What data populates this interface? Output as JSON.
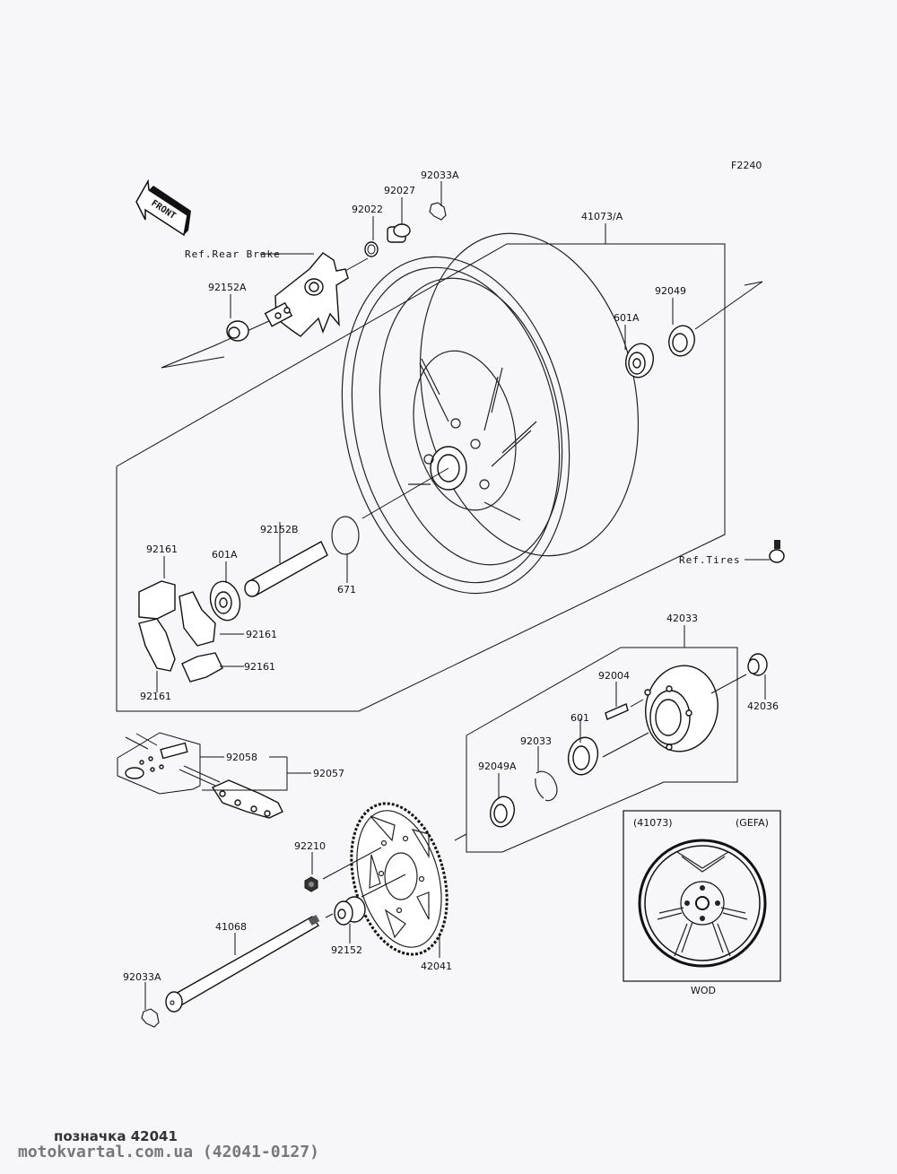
{
  "diagram": {
    "figure_code": "F2240",
    "front_arrow_label": "FRONT",
    "references": {
      "rear_brake": "Ref.Rear Brake",
      "tires": "Ref.Tires"
    },
    "parts": {
      "p41073A": "41073/A",
      "p92033A_top": "92033A",
      "p92027": "92027",
      "p92022": "92022",
      "p92152A": "92152A",
      "p92049": "92049",
      "p601A_top": "601A",
      "p92152B": "92152B",
      "p601A_low": "601A",
      "p671": "671",
      "p92161_a": "92161",
      "p92161_b": "92161",
      "p92161_c": "92161",
      "p92161_d": "92161",
      "p42033": "42033",
      "p92004": "92004",
      "p42036": "42036",
      "p601": "601",
      "p92033": "92033",
      "p92049A": "92049A",
      "p92058": "92058",
      "p92057": "92057",
      "p92210": "92210",
      "p41068": "41068",
      "p92152": "92152",
      "p42041": "42041",
      "p92033A_bottom": "92033A"
    },
    "inset": {
      "code_left": "(41073)",
      "code_right": "(GEFA)",
      "caption": "WOD"
    }
  },
  "footer": {
    "title": "позначка 42041",
    "site": "motokvartal.com.ua (42041-0127)"
  }
}
